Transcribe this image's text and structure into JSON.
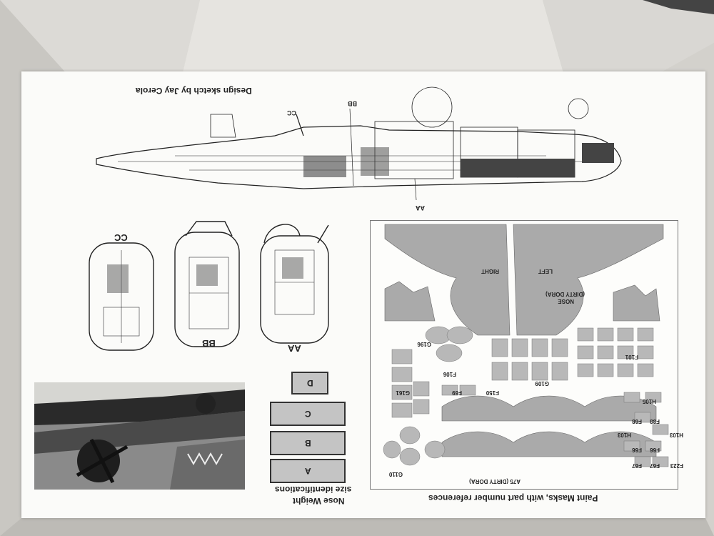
{
  "sheet": {
    "design_credit": "Design sketch by Jay Cerola",
    "section_labels": [
      "AA",
      "BB",
      "CC"
    ],
    "cut_markers": [
      "AA",
      "BB",
      "CC"
    ],
    "nose_weight_title": "Nose Weight",
    "nose_weight_subtitle": "size identifications",
    "weight_sizes": [
      "A",
      "B",
      "C",
      "D"
    ],
    "paint_masks_title": "Paint Masks, with part number references",
    "mask_labels": {
      "left": "LEFT",
      "right": "RIGHT",
      "nose": "NOSE",
      "nose_sub": "(DIRTY DORA)",
      "a75": "A75 (DIRTY DORA)",
      "parts": [
        "F101",
        "F106",
        "G109",
        "F150",
        "F69",
        "G161",
        "G196",
        "G110",
        "H105",
        "F68",
        "F88",
        "H103",
        "H103",
        "F66",
        "F66",
        "F67",
        "F67",
        "F223"
      ]
    }
  }
}
